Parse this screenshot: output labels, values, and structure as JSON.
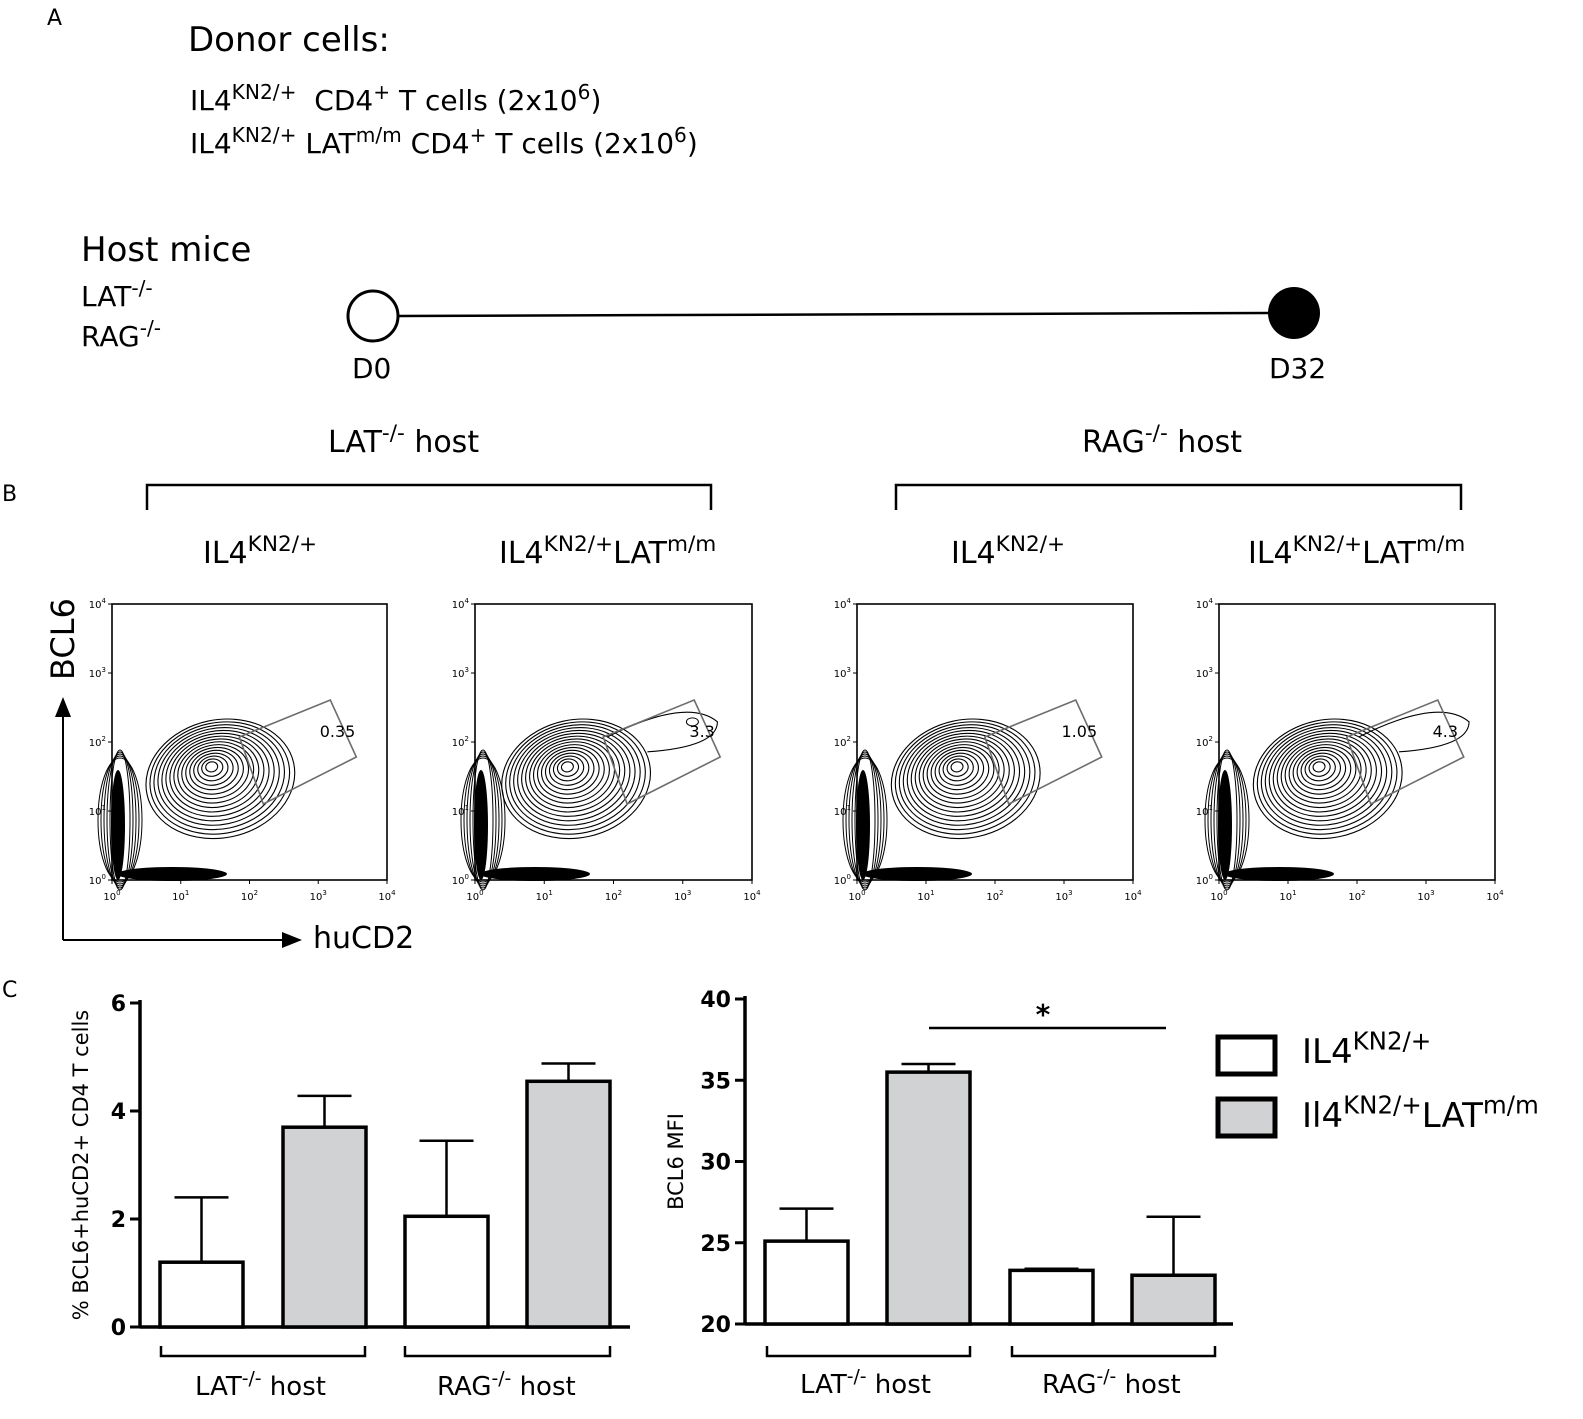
{
  "panels": {
    "a": "A",
    "b": "B",
    "c": "C"
  },
  "donor": {
    "heading": "Donor cells:",
    "line1": {
      "base": "IL4",
      "sup1": "KN2/+",
      "mid": "  CD4",
      "sup2": "+",
      "rest": " T cells (2x10",
      "sup3": "6",
      "end": ")"
    },
    "line2": {
      "base": "IL4",
      "sup1": "KN2/+",
      "mid": " LAT",
      "sup2": "m/m",
      "mid2": " CD4",
      "sup3": "+",
      "rest": " T cells (2x10",
      "sup4": "6",
      "end": ")"
    }
  },
  "host": {
    "heading": "Host mice",
    "lat": {
      "base": "LAT",
      "sup": "-/-"
    },
    "rag": {
      "base": "RAG",
      "sup": "-/-"
    }
  },
  "timeline": {
    "start": "D0",
    "end": "D32"
  },
  "groups": {
    "lat": {
      "base": "LAT",
      "sup": "-/-",
      "rest": " host"
    },
    "rag": {
      "base": "RAG",
      "sup": "-/-",
      "rest": " host"
    }
  },
  "genotypes": {
    "wt": {
      "base": "IL4",
      "sup": "KN2/+"
    },
    "mut": {
      "base": "IL4",
      "sup": "KN2/+",
      "mid": "LAT",
      "sup2": "m/m"
    }
  },
  "flow": {
    "y_axis_label": "BCL6",
    "x_axis_label": "huCD2",
    "tick_labels": [
      "10",
      "10",
      "10",
      "10",
      "10"
    ],
    "tick_exps": [
      "0",
      "1",
      "2",
      "3",
      "4"
    ],
    "gate_values": [
      "0.35",
      "3.3",
      "1.05",
      "4.3"
    ]
  },
  "chart_data": [
    {
      "type": "bar",
      "ylabel": "% BCL6+huCD2+ CD4 T cells",
      "ylim": [
        0,
        6
      ],
      "yticks": [
        "0",
        "2",
        "4",
        "6"
      ],
      "groups": [
        "LAT-/- host",
        "RAG-/- host"
      ],
      "series": [
        {
          "name": "IL4KN2/+",
          "values": [
            1.2,
            2.05
          ],
          "errors": [
            1.2,
            1.4
          ]
        },
        {
          "name": "Il4KN2/+LATm/m",
          "values": [
            3.7,
            4.55
          ],
          "errors": [
            0.58,
            0.33
          ]
        }
      ]
    },
    {
      "type": "bar",
      "ylabel": "BCL6 MFI",
      "ylim": [
        20,
        40
      ],
      "yticks": [
        "20",
        "25",
        "30",
        "35",
        "40"
      ],
      "groups": [
        "LAT-/- host",
        "RAG-/- host"
      ],
      "series": [
        {
          "name": "IL4KN2/+",
          "values": [
            25.1,
            23.3
          ],
          "errors": [
            2.0,
            0.1
          ]
        },
        {
          "name": "Il4KN2/+LATm/m",
          "values": [
            35.5,
            23.0
          ],
          "errors": [
            0.5,
            3.6
          ]
        }
      ],
      "annotation": "*"
    }
  ],
  "legend": {
    "wt": {
      "base": "IL4",
      "sup": "KN2/+"
    },
    "mut": {
      "base": "Il4",
      "sup": "KN2/+",
      "mid": "LAT",
      "sup2": "m/m"
    }
  },
  "colors": {
    "mutant_fill": "#d1d2d4",
    "wt_fill": "#ffffff",
    "line": "#000000",
    "gate": "#6d6d6d"
  }
}
